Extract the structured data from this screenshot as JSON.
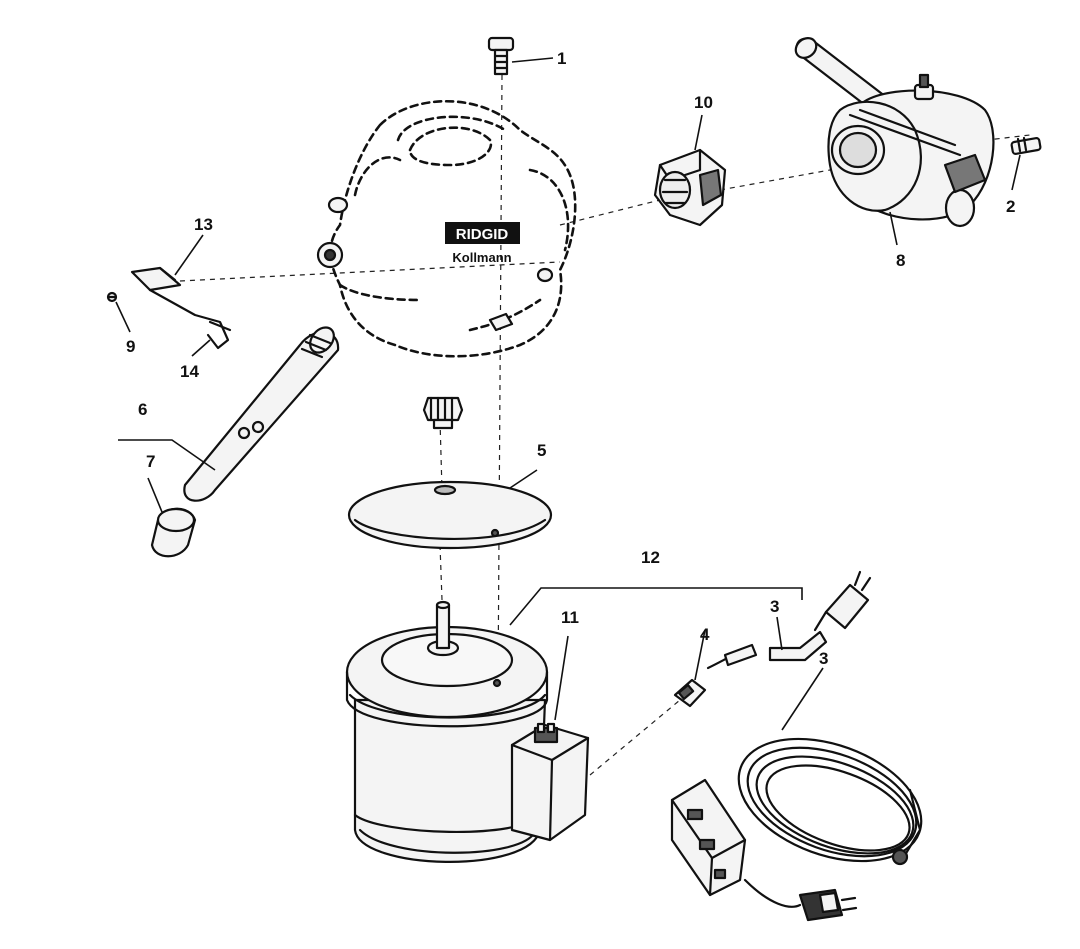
{
  "brand": {
    "line1": "RIDGID",
    "line2": "Kollmann"
  },
  "callouts": [
    {
      "id": "1",
      "text": "1"
    },
    {
      "id": "2",
      "text": "2"
    },
    {
      "id": "3a",
      "text": "3"
    },
    {
      "id": "3b",
      "text": "3"
    },
    {
      "id": "4",
      "text": "4"
    },
    {
      "id": "5",
      "text": "5"
    },
    {
      "id": "6",
      "text": "6"
    },
    {
      "id": "7",
      "text": "7"
    },
    {
      "id": "8",
      "text": "8"
    },
    {
      "id": "9",
      "text": "9"
    },
    {
      "id": "10",
      "text": "10"
    },
    {
      "id": "11",
      "text": "11"
    },
    {
      "id": "12",
      "text": "12"
    },
    {
      "id": "13",
      "text": "13"
    },
    {
      "id": "14",
      "text": "14"
    }
  ]
}
